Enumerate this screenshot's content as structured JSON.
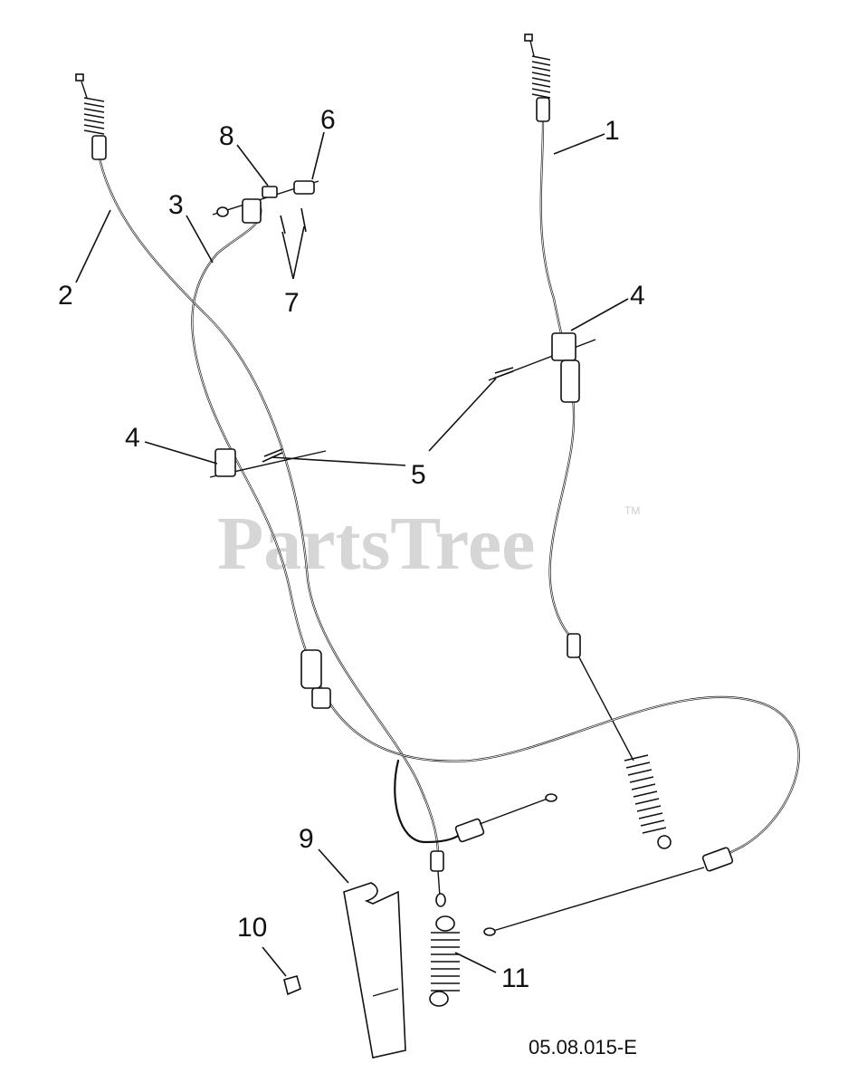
{
  "watermark": {
    "text": "PartsTree",
    "trademark": "TM"
  },
  "drawing_code": "05.08.015-E",
  "callouts": [
    {
      "id": "c1",
      "label": "1"
    },
    {
      "id": "c2",
      "label": "2"
    },
    {
      "id": "c3",
      "label": "3"
    },
    {
      "id": "c4a",
      "label": "4"
    },
    {
      "id": "c4b",
      "label": "4"
    },
    {
      "id": "c5",
      "label": "5"
    },
    {
      "id": "c6",
      "label": "6"
    },
    {
      "id": "c7",
      "label": "7"
    },
    {
      "id": "c8",
      "label": "8"
    },
    {
      "id": "c9",
      "label": "9"
    },
    {
      "id": "c10",
      "label": "10"
    },
    {
      "id": "c11",
      "label": "11"
    }
  ]
}
